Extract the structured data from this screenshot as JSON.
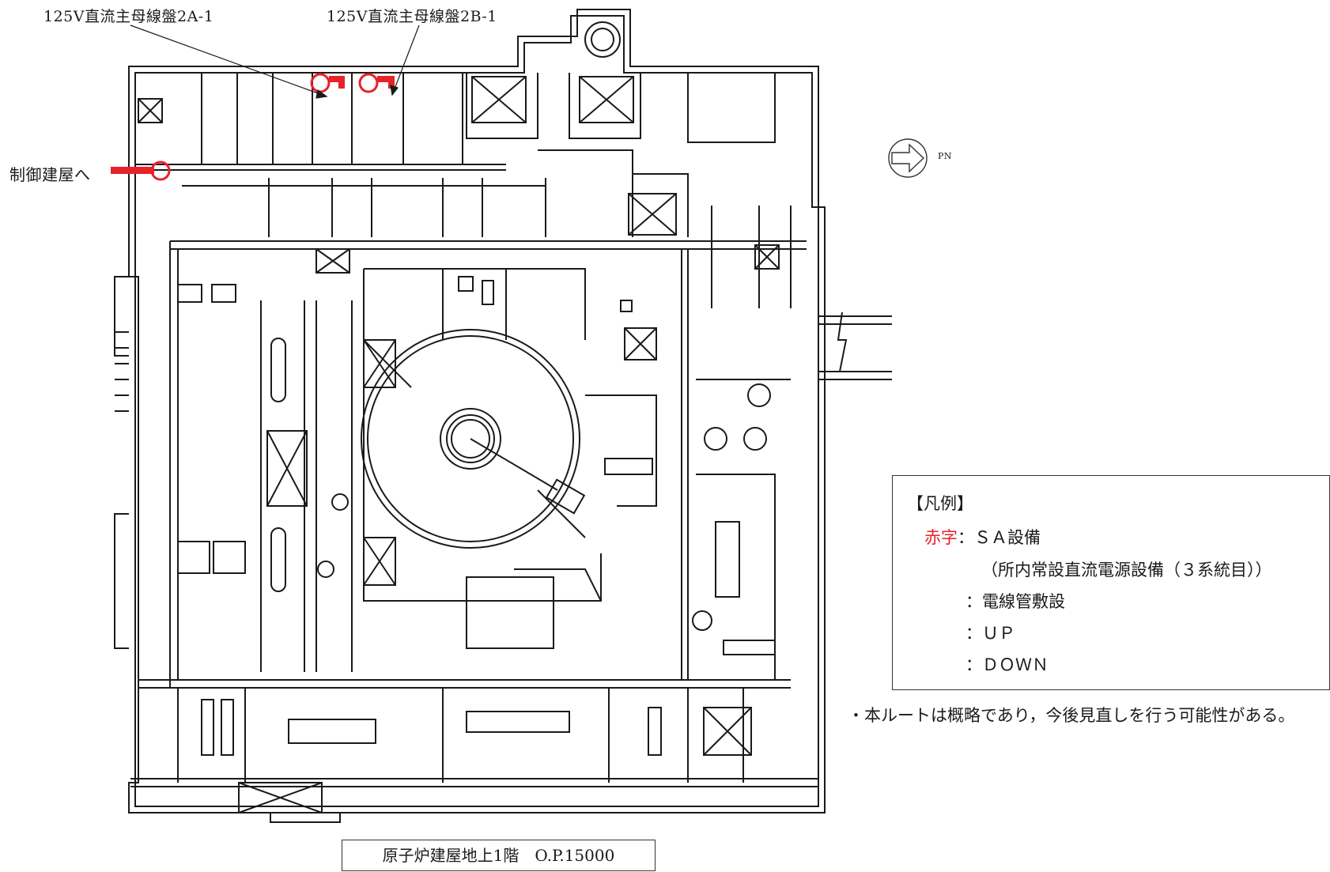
{
  "labels": {
    "panel_2a": "125V直流主母線盤2A-1",
    "panel_2b": "125V直流主母線盤2B-1",
    "to_control": "制御建屋へ",
    "north": "PN"
  },
  "legend": {
    "title": "【凡例】",
    "red_text_key": "赤字",
    "red_text_desc": "：ＳＡ設備",
    "red_text_sub": "（所内常設直流電源設備（３系統目））",
    "conduit_desc": "：電線管敷設",
    "up_desc": "：ＵＰ",
    "down_desc": "：ＤＯＷＮ"
  },
  "note": "・本ルートは概略であり，今後見直しを行う可能性がある。",
  "title": "原子炉建屋地上1階　O.P.15000",
  "colors": {
    "route": "#e8212b",
    "lines": "#1a1a1a"
  },
  "icons": {
    "up": "circle-up-icon",
    "down": "cross-down-icon",
    "north": "north-arrow-icon"
  }
}
